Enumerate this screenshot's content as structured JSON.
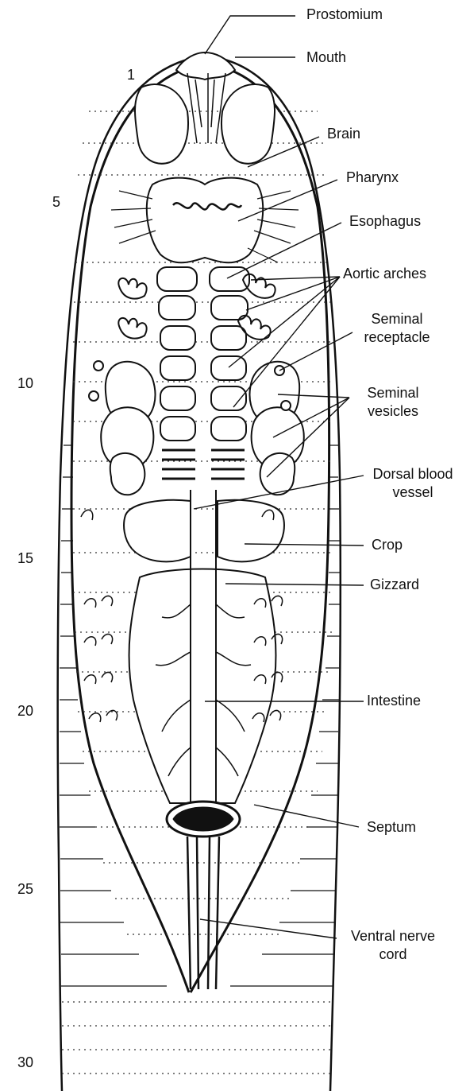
{
  "labels": {
    "prostomium": "Prostomium",
    "mouth": "Mouth",
    "brain": "Brain",
    "pharynx": "Pharynx",
    "esophagus": "Esophagus",
    "aortic_arches": "Aortic arches",
    "seminal_receptacle_1": "Seminal",
    "seminal_receptacle_2": "receptacle",
    "seminal_vesicles_1": "Seminal",
    "seminal_vesicles_2": "vesicles",
    "dorsal_blood_vessel_1": "Dorsal blood",
    "dorsal_blood_vessel_2": "vessel",
    "crop": "Crop",
    "gizzard": "Gizzard",
    "intestine": "Intestine",
    "septum": "Septum",
    "ventral_nerve_cord_1": "Ventral nerve",
    "ventral_nerve_cord_2": "cord"
  },
  "segment_numbers": {
    "s1": "1",
    "s5": "5",
    "s10": "10",
    "s15": "15",
    "s20": "20",
    "s25": "25",
    "s30": "30"
  },
  "colors": {
    "ink": "#111111",
    "background": "#ffffff"
  }
}
